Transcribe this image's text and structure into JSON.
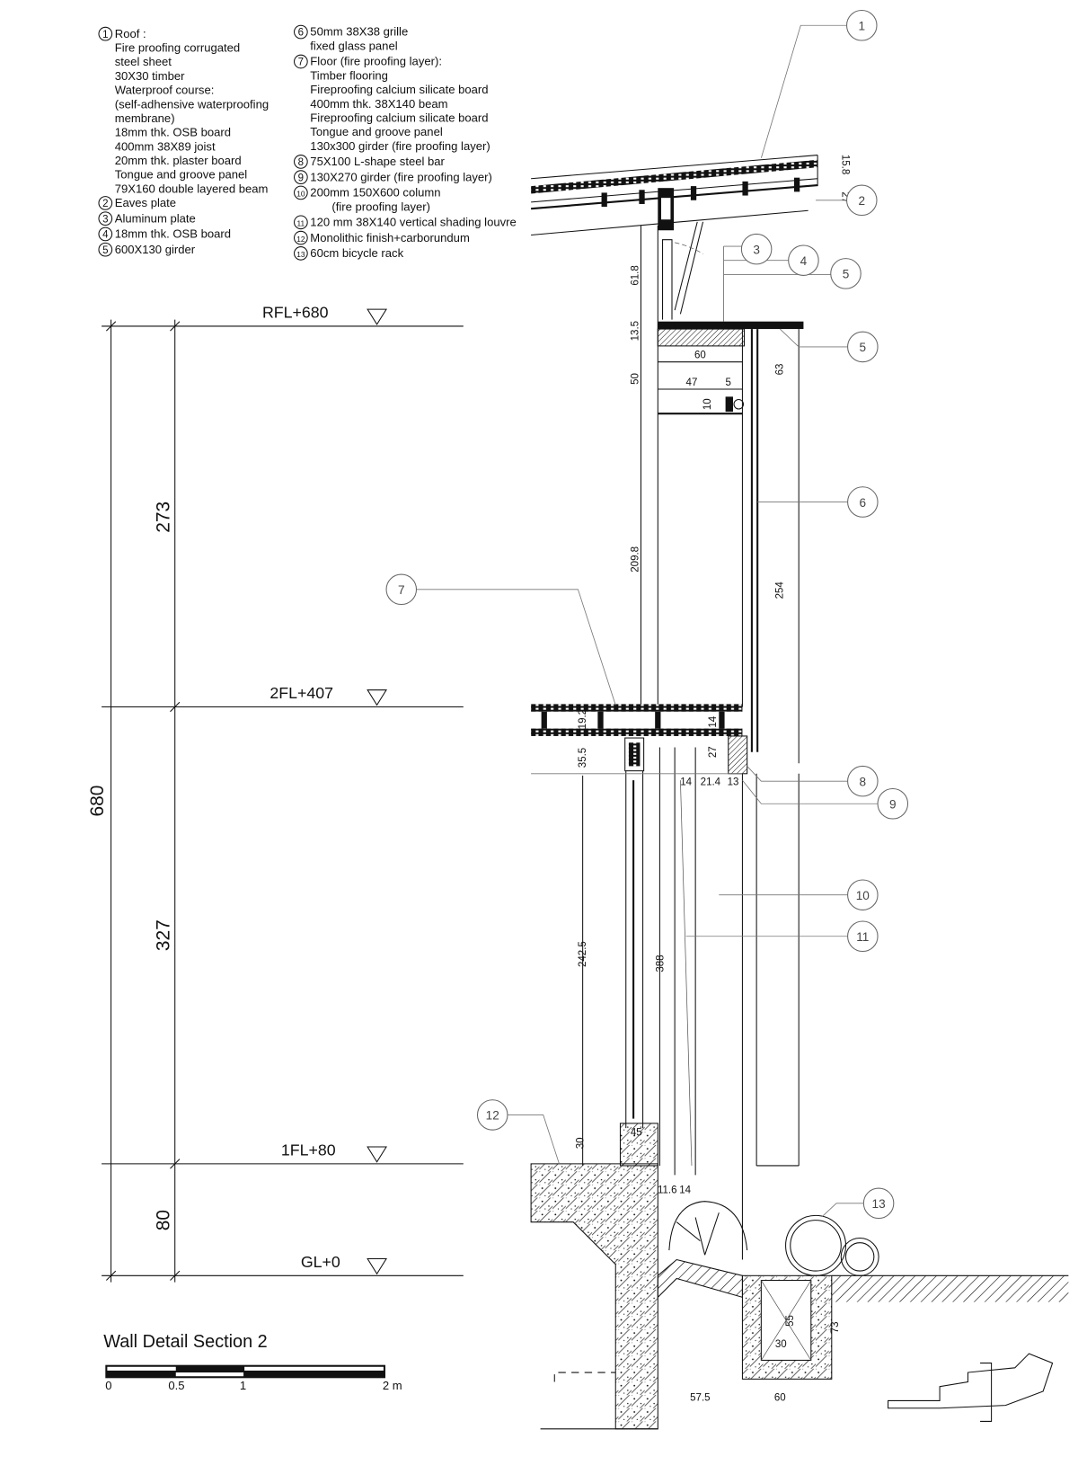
{
  "legend": {
    "left": [
      {
        "num": "1",
        "lines": [
          "Roof :",
          "Fire proofing corrugated",
          "steel sheet",
          "30X30 timber",
          "Waterproof course:",
          "(self-adhensive waterproofing",
          "membrane)",
          "18mm thk. OSB board",
          "400mm 38X89 joist",
          "20mm thk. plaster board",
          "Tongue and groove panel",
          "79X160 double layered beam"
        ]
      },
      {
        "num": "2",
        "lines": [
          "Eaves plate"
        ]
      },
      {
        "num": "3",
        "lines": [
          "Aluminum plate"
        ]
      },
      {
        "num": "4",
        "lines": [
          "18mm thk. OSB board"
        ]
      },
      {
        "num": "5",
        "lines": [
          "600X130 girder"
        ]
      }
    ],
    "right": [
      {
        "num": "6",
        "lines": [
          "50mm 38X38 grille",
          "fixed glass panel"
        ]
      },
      {
        "num": "7",
        "lines": [
          "Floor (fire proofing layer):",
          "Timber flooring",
          "Fireproofing calcium silicate board",
          "400mm thk. 38X140 beam",
          "Fireproofing calcium silicate board",
          "Tongue and groove panel",
          "130x300 girder (fire proofing layer)"
        ]
      },
      {
        "num": "8",
        "lines": [
          "75X100 L-shape steel bar"
        ]
      },
      {
        "num": "9",
        "lines": [
          "130X270 girder (fire proofing layer)"
        ]
      },
      {
        "num": "10",
        "lines": [
          "200mm 150X600 column",
          "(fire proofing layer)"
        ]
      },
      {
        "num": "11",
        "lines": [
          "120 mm 38X140 vertical shading louvre"
        ]
      },
      {
        "num": "12",
        "lines": [
          "Monolithic finish+carborundum"
        ]
      },
      {
        "num": "13",
        "lines": [
          "60cm bicycle rack"
        ]
      }
    ]
  },
  "levels": {
    "rfl": "RFL+680",
    "fl2": "2FL+407",
    "fl1": "1FL+80",
    "gl": "GL+0"
  },
  "overall_dims": {
    "total": "680",
    "upper": "273",
    "middle": "327",
    "lower": "80"
  },
  "detail_dims": {
    "d61_8": "61.8",
    "d13_5": "13.5",
    "d50": "50",
    "d209_8": "209.8",
    "d60a": "60",
    "d47": "47",
    "d5": "5",
    "d10": "10",
    "d63": "63",
    "d254": "254",
    "d15_8": "15.8",
    "d27a": "27",
    "d19_2": "19.2",
    "d35_5": "35.5",
    "d14a": "14",
    "d27b": "27",
    "d14b": "14",
    "d21_4": "21.4",
    "d13": "13",
    "d242_5": "242.5",
    "d388": "388",
    "d30a": "30",
    "d45": "45",
    "d11_6": "11.6",
    "d14c": "14",
    "d55": "55",
    "d30b": "30",
    "d73": "73",
    "d57_5": "57.5",
    "d60b": "60"
  },
  "callouts": [
    "1",
    "2",
    "3",
    "4",
    "5",
    "5",
    "6",
    "7",
    "8",
    "9",
    "10",
    "11",
    "12",
    "13"
  ],
  "title": "Wall Detail Section 2",
  "scale_bar": {
    "labels": [
      "0",
      "0.5",
      "1",
      "2 m"
    ]
  }
}
